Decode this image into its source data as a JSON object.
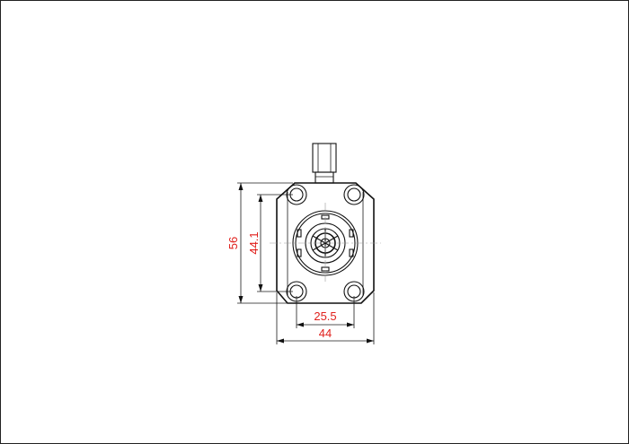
{
  "drawing": {
    "dimensions": {
      "overall_height": "56",
      "bolt_spacing_vertical": "44.1",
      "bolt_spacing_horizontal": "25.5",
      "overall_width": "44"
    },
    "colors": {
      "dimension_text": "#e0201c",
      "outline": "#111111",
      "background": "#ffffff"
    }
  }
}
